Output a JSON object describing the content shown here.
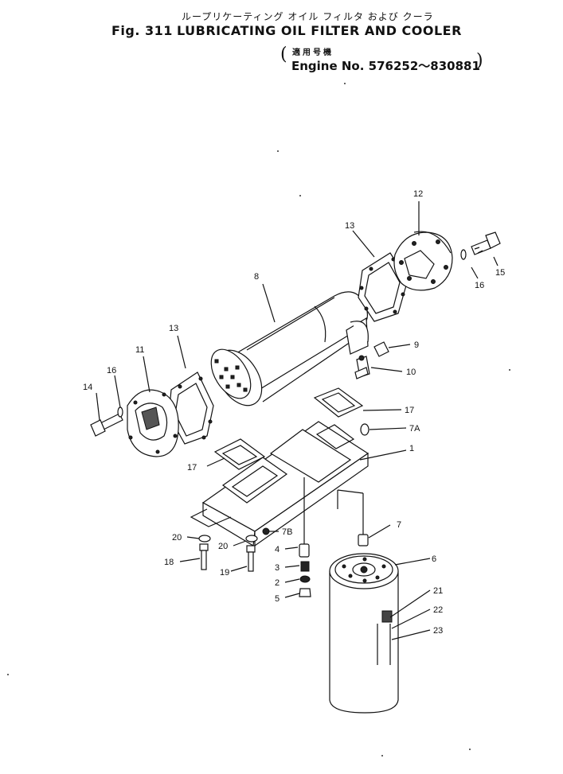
{
  "header": {
    "japanese_title": "ループリケーティング オイル フィルタ および クーラ",
    "figure_number": "Fig. 311",
    "title": "LUBRICATING OIL FILTER AND COOLER",
    "applicability_jp": "適用号機",
    "engine_label": "Engine No. 576252～830881"
  },
  "part_labels": [
    "1",
    "2",
    "3",
    "4",
    "5",
    "6",
    "7",
    "7A",
    "7B",
    "8",
    "9",
    "10",
    "11",
    "12",
    "13",
    "13",
    "14",
    "15",
    "16",
    "16",
    "17",
    "17",
    "18",
    "19",
    "20",
    "20",
    "21",
    "22",
    "23"
  ]
}
